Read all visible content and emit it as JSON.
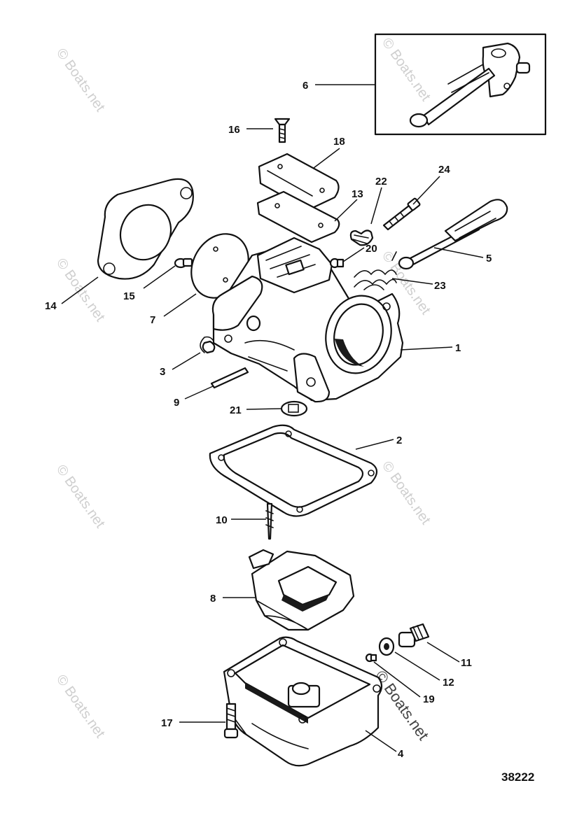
{
  "diagram_number": "38222",
  "watermark": "© Boats.net",
  "callouts": [
    {
      "id": "c6",
      "label": "6"
    },
    {
      "id": "c16",
      "label": "16"
    },
    {
      "id": "c18",
      "label": "18"
    },
    {
      "id": "c24",
      "label": "24"
    },
    {
      "id": "c22",
      "label": "22"
    },
    {
      "id": "c13",
      "label": "13"
    },
    {
      "id": "c20",
      "label": "20"
    },
    {
      "id": "c5",
      "label": "5"
    },
    {
      "id": "c15",
      "label": "15"
    },
    {
      "id": "c23",
      "label": "23"
    },
    {
      "id": "c14",
      "label": "14"
    },
    {
      "id": "c7",
      "label": "7"
    },
    {
      "id": "c1",
      "label": "1"
    },
    {
      "id": "c3",
      "label": "3"
    },
    {
      "id": "c9",
      "label": "9"
    },
    {
      "id": "c21",
      "label": "21"
    },
    {
      "id": "c2",
      "label": "2"
    },
    {
      "id": "c10",
      "label": "10"
    },
    {
      "id": "c8",
      "label": "8"
    },
    {
      "id": "c11",
      "label": "11"
    },
    {
      "id": "c12",
      "label": "12"
    },
    {
      "id": "c19",
      "label": "19"
    },
    {
      "id": "c17",
      "label": "17"
    },
    {
      "id": "c4",
      "label": "4"
    }
  ]
}
